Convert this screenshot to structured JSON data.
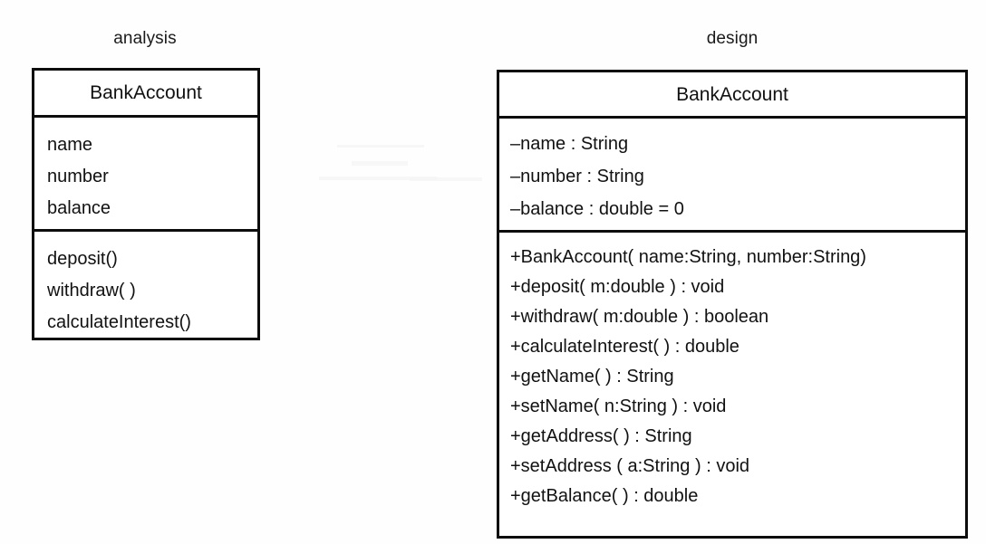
{
  "figure": {
    "kind": "uml-class-diagram",
    "ink_color": "#0d0d0d",
    "paper_color": "#ffffff"
  },
  "panels": [
    {
      "caption": "analysis",
      "class_box": {
        "name": "BankAccount",
        "attributes": [
          "name",
          "number",
          "balance"
        ],
        "operations": [
          "deposit()",
          "withdraw( )",
          "calculateInterest()"
        ]
      }
    },
    {
      "caption": "design",
      "class_box": {
        "name": "BankAccount",
        "attributes": [
          "–name : String",
          "–number : String",
          "–balance : double = 0"
        ],
        "operations": [
          "+BankAccount( name:String, number:String)",
          "+deposit( m:double ) : void",
          "+withdraw( m:double ) : boolean",
          "+calculateInterest( ) : double",
          "+getName( ) : String",
          "+setName( n:String ) : void",
          "+getAddress( ) : String",
          "+setAddress ( a:String ) : void",
          "+getBalance( ) : double"
        ]
      }
    }
  ]
}
